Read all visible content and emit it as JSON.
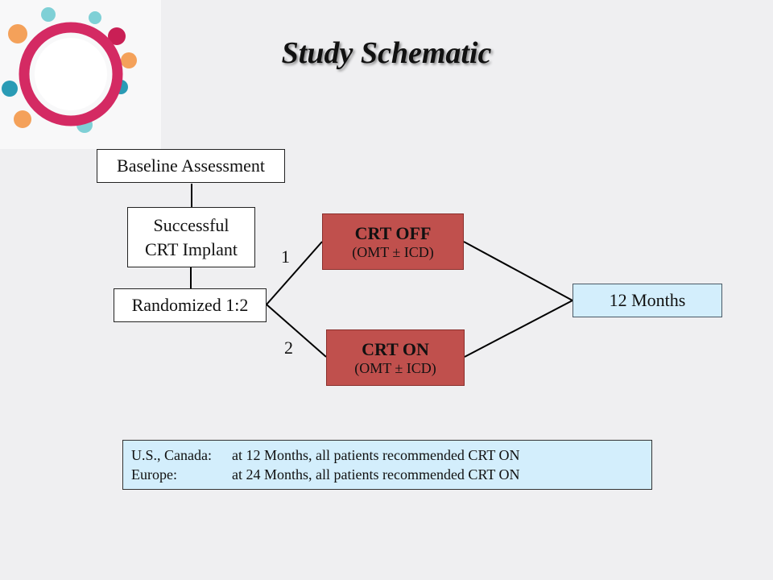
{
  "title": "Study Schematic",
  "boxes": {
    "baseline": "Baseline Assessment",
    "implant_line1": "Successful",
    "implant_line2": "CRT Implant",
    "randomized": "Randomized 1:2",
    "crt_off_title": "CRT OFF",
    "crt_off_sub": "(OMT ± ICD)",
    "crt_on_title": "CRT ON",
    "crt_on_sub": "(OMT ± ICD)",
    "months": "12 Months"
  },
  "branch_labels": {
    "arm1": "1",
    "arm2": "2"
  },
  "note": {
    "row1_label": "U.S., Canada:",
    "row1_text": "at 12 Months, all patients recommended CRT ON",
    "row2_label": "Europe:",
    "row2_text": "at 24 Months, all patients recommended CRT ON"
  },
  "colors": {
    "treatment_box": "#c0504d",
    "outcome_box": "#d3eefc",
    "logo_ring": "#d42a63"
  }
}
